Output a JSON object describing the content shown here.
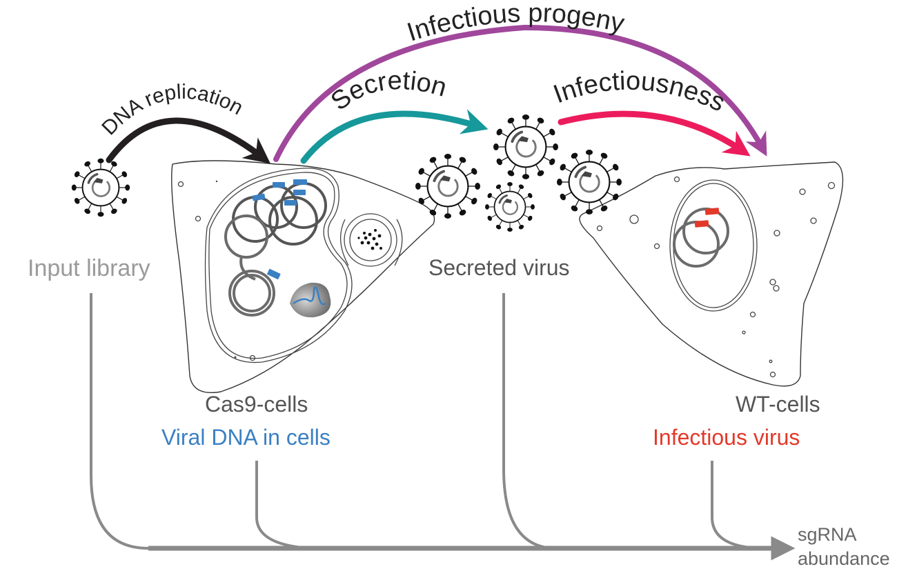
{
  "diagram": {
    "arrows": {
      "dna_replication": "DNA replication",
      "secretion": "Secretion",
      "infectiousness": "Infectiousness",
      "infectious_progeny": "Infectious progeny"
    },
    "stages": {
      "input_library": "Input library",
      "secreted_virus": "Secreted virus",
      "cas9_cells": "Cas9-cells",
      "wt_cells": "WT-cells",
      "viral_dna_in_cells": "Viral DNA in cells",
      "infectious_virus": "Infectious virus"
    },
    "axis": {
      "label_line1": "sgRNA",
      "label_line2": "abundance"
    },
    "colors": {
      "dna_replication": "#231f20",
      "secretion": "#17989a",
      "infectiousness": "#ec1c5c",
      "infectious_progeny": "#a0479b",
      "viral_dna": "#3a80c3",
      "infectious_virus": "#e2392a",
      "input_library": "#9a9a9a",
      "flow": "#8a8a8a"
    }
  }
}
